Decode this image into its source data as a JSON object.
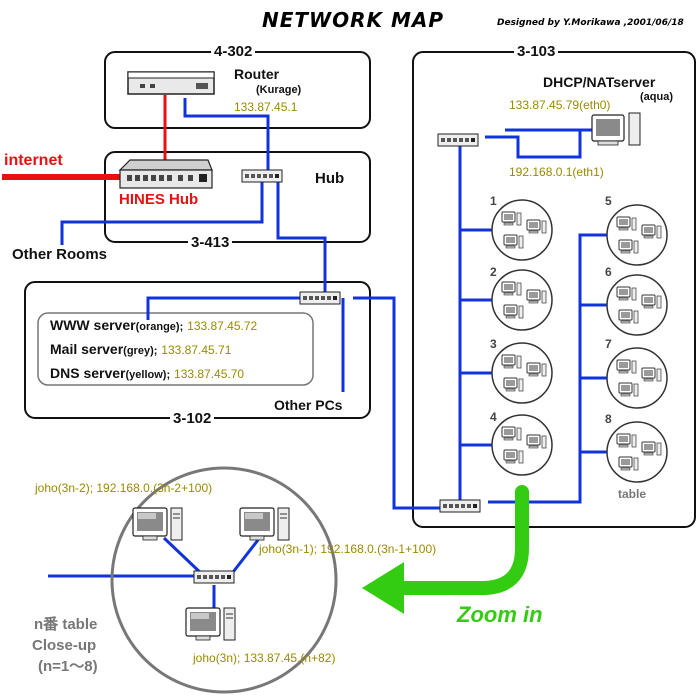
{
  "header": {
    "title": "NETWORK MAP",
    "credit": "Designed by Y.Morikawa ,2001/06/18"
  },
  "rooms": {
    "r4302": "4-302",
    "r3413": "3-413",
    "r3102": "3-102",
    "r3103": "3-103"
  },
  "router": {
    "label": "Router",
    "name": "(Kurage)",
    "ip": "133.87.45.1"
  },
  "hubs": {
    "hines_label": "HINES Hub",
    "hub_label": "Hub"
  },
  "internet_label": "internet",
  "other_rooms_label": "Other Rooms",
  "servers": {
    "www_name": "WWW server",
    "www_color": "(orange);",
    "www_ip": "133.87.45.72",
    "mail_name": "Mail server",
    "mail_color": "(grey);",
    "mail_ip": "133.87.45.71",
    "dns_name": "DNS server",
    "dns_color": "(yellow);",
    "dns_ip": "133.87.45.70"
  },
  "other_pcs_label": "Other PCs",
  "dhcp": {
    "label": "DHCP/NATserver",
    "name": "(aqua)",
    "ip_eth0": "133.87.45.79(eth0)",
    "ip_eth1": "192.168.0.1(eth1)"
  },
  "tables": {
    "numbers": [
      "1",
      "2",
      "3",
      "4",
      "5",
      "6",
      "7",
      "8"
    ],
    "label": "table"
  },
  "zoom_label": "Zoom in",
  "closeup": {
    "pc1": "joho(3n-2); 192.168.0.(3n-2+100)",
    "pc2": "joho(3n-1); 192.168.0.(3n-1+100)",
    "pc3": "joho(3n); 133.87.45.(n+82)",
    "caption_line1": "n番 table",
    "caption_line2": "Close-up",
    "caption_line3": "(n=1～8)"
  },
  "colors": {
    "lan": "#1133dd",
    "internet": "#e81010",
    "ip_text": "#9a8a00",
    "zoom": "#33cc11",
    "circle": "#777777"
  },
  "icons": [
    "router-icon",
    "hub-icon",
    "switch-icon",
    "computer-icon",
    "arrow-icon"
  ]
}
